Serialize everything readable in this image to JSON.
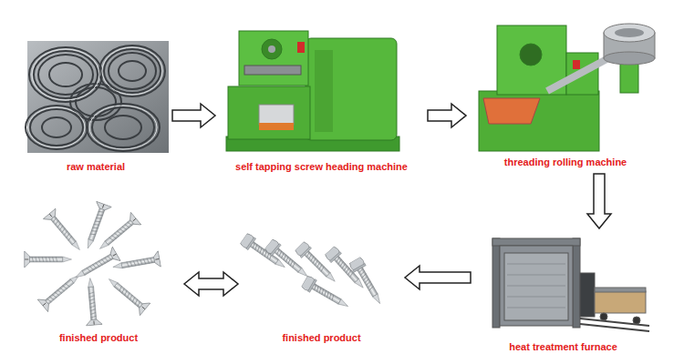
{
  "diagram": {
    "nodes": [
      {
        "text": [
          "raw material"
        ]
      },
      {
        "text": [
          "self tapping screw heading machine"
        ]
      },
      {
        "text": [
          "threading rolling machine"
        ]
      },
      {
        "text": [
          "heat treatment furnace"
        ]
      },
      {
        "text": [
          "finished product"
        ]
      },
      {
        "text": [
          "finished product"
        ]
      }
    ],
    "edges": [
      {
        "from": 0,
        "to": 1,
        "arrow": "to"
      },
      {
        "from": 1,
        "to": 2,
        "arrow": "to"
      },
      {
        "from": 2,
        "to": 3,
        "arrow": "to"
      },
      {
        "from": 3,
        "to": 4,
        "arrow": "to"
      },
      {
        "from": 4,
        "to": 5,
        "arrow": "both"
      }
    ]
  }
}
